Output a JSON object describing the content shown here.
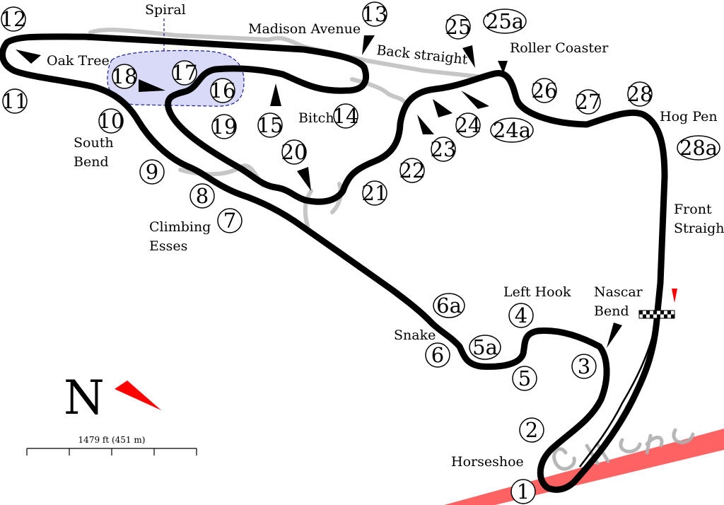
{
  "circuit": {
    "corners": [
      {
        "n": "1"
      },
      {
        "n": "2"
      },
      {
        "n": "3"
      },
      {
        "n": "4"
      },
      {
        "n": "5"
      },
      {
        "n": "5a"
      },
      {
        "n": "6"
      },
      {
        "n": "6a"
      },
      {
        "n": "7"
      },
      {
        "n": "8"
      },
      {
        "n": "9"
      },
      {
        "n": "10"
      },
      {
        "n": "11"
      },
      {
        "n": "12"
      },
      {
        "n": "13"
      },
      {
        "n": "14"
      },
      {
        "n": "15"
      },
      {
        "n": "16"
      },
      {
        "n": "17"
      },
      {
        "n": "18"
      },
      {
        "n": "19"
      },
      {
        "n": "20"
      },
      {
        "n": "21"
      },
      {
        "n": "22"
      },
      {
        "n": "23"
      },
      {
        "n": "24"
      },
      {
        "n": "24a"
      },
      {
        "n": "25"
      },
      {
        "n": "25a"
      },
      {
        "n": "26"
      },
      {
        "n": "27"
      },
      {
        "n": "28"
      },
      {
        "n": "28a"
      }
    ],
    "labels": {
      "spiral": "Spiral",
      "madison_avenue": "Madison Avenue",
      "back_straight": "Back straight",
      "roller_coaster": "Roller Coaster",
      "oak_tree": "Oak Tree",
      "bitch": "Bitch",
      "hog_pen": "Hog Pen",
      "south_bend_1": "South",
      "south_bend_2": "Bend",
      "front_straight_1": "Front",
      "front_straight_2": "Straight",
      "climbing_esses_1": "Climbing",
      "climbing_esses_2": "Esses",
      "left_hook": "Left Hook",
      "nascar_bend_1": "Nascar",
      "nascar_bend_2": "Bend",
      "snake": "Snake",
      "horseshoe": "Horseshoe"
    },
    "compass_letter": "N",
    "scale_text": "1479 ft (451 m)",
    "colors": {
      "track": "#000000",
      "alt_track": "#c8c8c8",
      "spiral_fill": "#d9daf8",
      "spiral_outline": "#1a1a9a",
      "compass_arrow": "#ff0000",
      "start_arrow": "#ff0000",
      "watermark_band": "#ff5555"
    },
    "icons": [
      "compass-arrow-icon",
      "checkered-flag-icon",
      "start-arrow-icon",
      "corner-pointer-icon"
    ]
  }
}
